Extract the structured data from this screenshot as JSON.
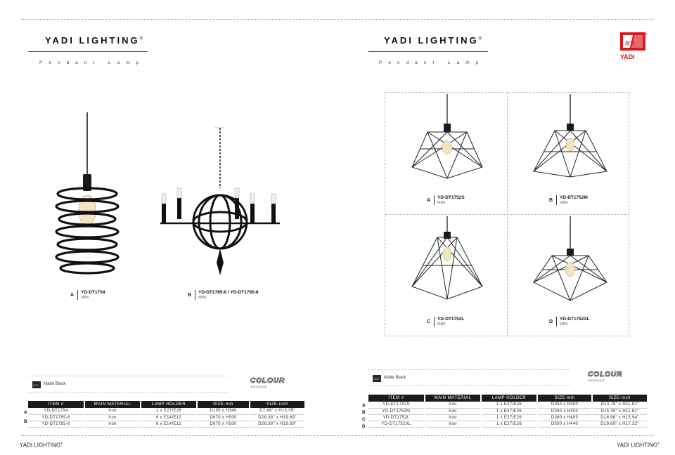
{
  "left_page": {
    "brand": "YADI LIGHTING",
    "brand_mark": "®",
    "subtitle": "Pendant Lamp",
    "products": [
      {
        "letter": "A",
        "code": "YD-DT1754",
        "color_code": "MBK"
      },
      {
        "letter": "B",
        "code": "YD-DT1785-6 / YD-DT1785-8",
        "color_code": "MBK"
      }
    ],
    "swatch_label": "Matte Black",
    "swatch_code": "MBK",
    "colour_title": "COLOUR",
    "colour_arrows": "<<<<<<",
    "table": {
      "headers": [
        "ITEM #",
        "MAIN MATERIAL",
        "LAMP HOLDER",
        "SIZE-mm",
        "SIZE-inch"
      ],
      "rows": [
        [
          "YD-DT1754",
          "Iron",
          "1 x E27/E26",
          "D195 x H340",
          "D7.68\" x H13.39\""
        ],
        [
          "YD-DT1785-6",
          "Iron",
          "6 x E14/E12",
          "D670 x H500",
          "D26.38\" x H19.69\""
        ],
        [
          "YD-DT1785-8",
          "Iron",
          "8 x E14/E12",
          "D670 x H500",
          "D26.38\" x H19.69\""
        ]
      ],
      "row_letters": [
        "A",
        "B"
      ]
    },
    "footer": "YADI LIGHTING",
    "footer_mark": "®"
  },
  "right_page": {
    "brand": "YADI LIGHTING",
    "brand_mark": "®",
    "subtitle": "Pendant Lamp",
    "logo_text": "YADI",
    "logo_chinese": "雅迪",
    "logo_mark": "®",
    "brand_color": "#d71920",
    "products": [
      {
        "letter": "A",
        "code": "YD-DT1752S",
        "color_code": "MBK"
      },
      {
        "letter": "B",
        "code": "YD-DT1752M",
        "color_code": "MBK"
      },
      {
        "letter": "C",
        "code": "YD-DT1752L",
        "color_code": "MBK"
      },
      {
        "letter": "D",
        "code": "YD-DT1752XL",
        "color_code": "MBK"
      }
    ],
    "swatch_label": "Matte Black",
    "swatch_code": "MBK",
    "colour_title": "COLOUR",
    "colour_arrows": "<<<<<<",
    "table": {
      "headers": [
        "ITEM #",
        "MAIN MATERIAL",
        "LAMP HOLDER",
        "SIZE-mm",
        "SIZE-inch"
      ],
      "rows": [
        [
          "YD-DT1752S",
          "Iron",
          "1 x E27/E26",
          "D350 x H300",
          "D13.78\" x H11.81\""
        ],
        [
          "YD-DT1752M",
          "Iron",
          "1 x E27/E26",
          "D390 x H300",
          "D15.35\" x H11.81\""
        ],
        [
          "YD-DT1752L",
          "Iron",
          "1 x E27/E26",
          "D380 x H405",
          "D14.96\" x H15.94\""
        ],
        [
          "YD-DT1752XL",
          "Iron",
          "1 x E27/E26",
          "D500 x H440",
          "D19.69\" x H17.32\""
        ]
      ],
      "row_letters": [
        "A",
        "B",
        "C",
        "D"
      ]
    },
    "footer": "YADI LIGHTING",
    "footer_mark": "®"
  }
}
